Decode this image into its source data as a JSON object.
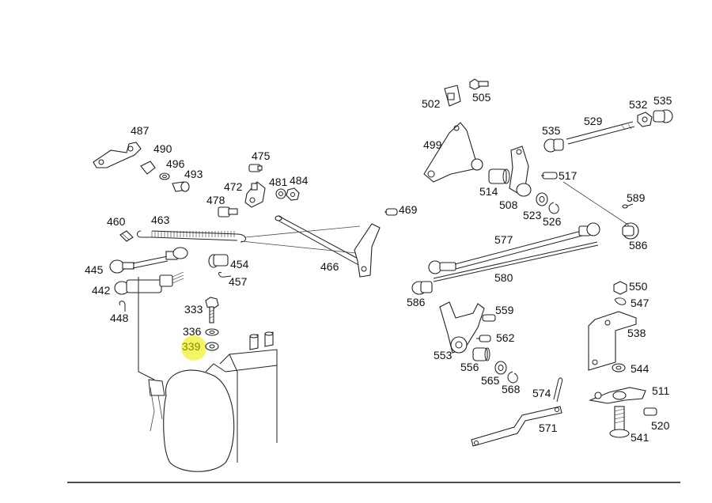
{
  "highlight_color": "#f2f24a",
  "labels": {
    "l487": "487",
    "l490": "490",
    "l496": "496",
    "l493": "493",
    "l475": "475",
    "l472": "472",
    "l481": "481",
    "l484": "484",
    "l478": "478",
    "l469": "469",
    "l460": "460",
    "l463": "463",
    "l445": "445",
    "l454": "454",
    "l457": "457",
    "l466": "466",
    "l442": "442",
    "l448": "448",
    "l333": "333",
    "l336": "336",
    "l339": "339",
    "l502": "502",
    "l505": "505",
    "l532": "532",
    "l535a": "535",
    "l535b": "535",
    "l529": "529",
    "l499": "499",
    "l517": "517",
    "l514": "514",
    "l508": "508",
    "l523": "523",
    "l526": "526",
    "l589": "589",
    "l577": "577",
    "l586a": "586",
    "l580": "580",
    "l586b": "586",
    "l559": "559",
    "l562": "562",
    "l553": "553",
    "l556": "556",
    "l565": "565",
    "l568": "568",
    "l550": "550",
    "l547": "547",
    "l538": "538",
    "l544": "544",
    "l574": "574",
    "l511": "511",
    "l571": "571",
    "l520": "520",
    "l541": "541"
  }
}
